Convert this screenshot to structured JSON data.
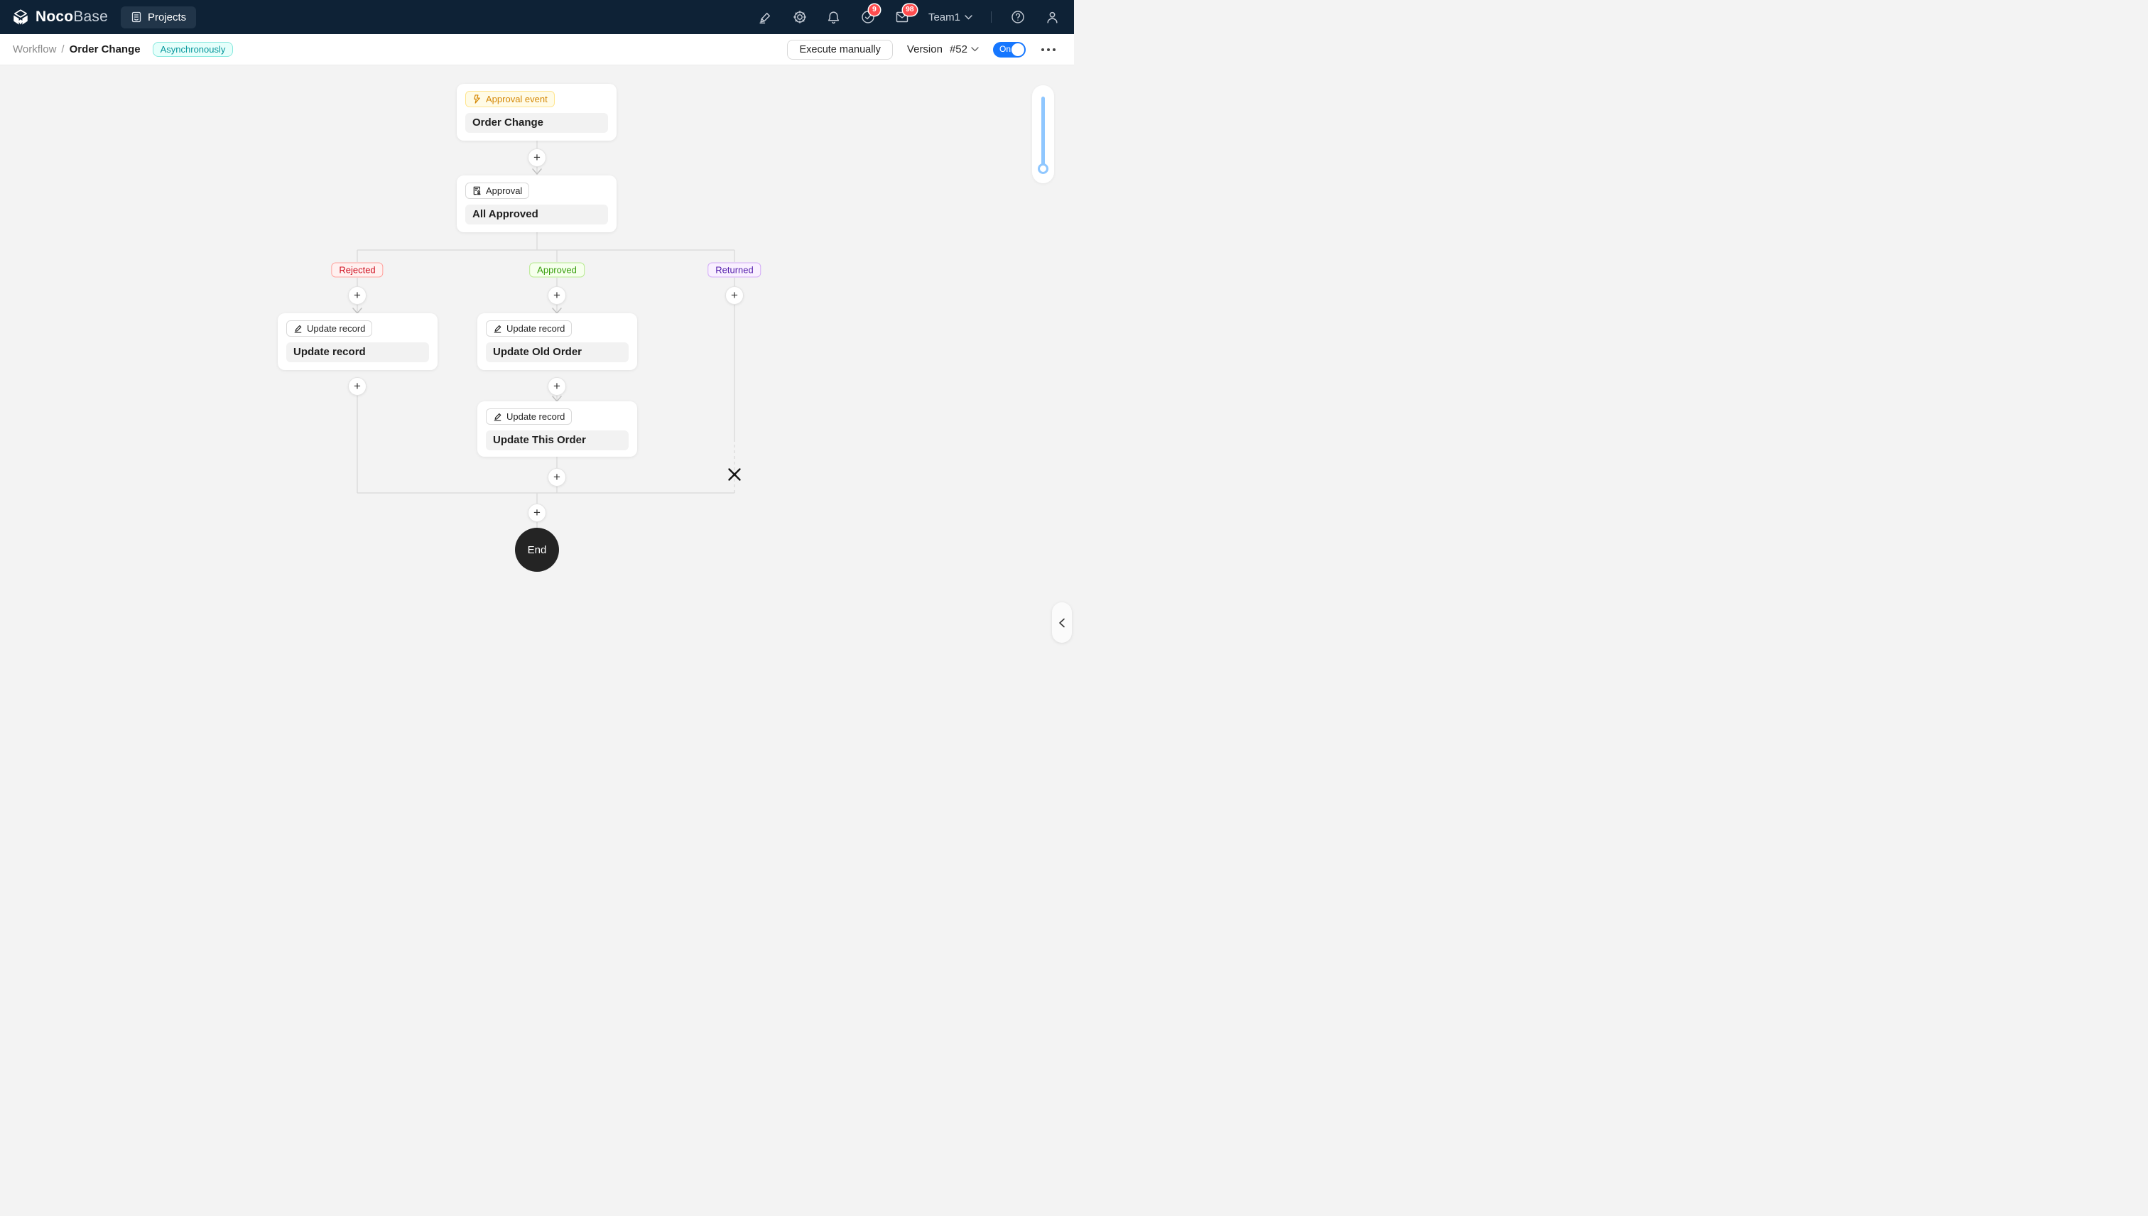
{
  "header": {
    "logo_bold": "Noco",
    "logo_light": "Base",
    "nav_projects": "Projects",
    "team_label": "Team1",
    "badges": {
      "tasks": "9",
      "inbox": "98"
    }
  },
  "toolbar": {
    "breadcrumb_section": "Workflow",
    "breadcrumb_separator": "/",
    "breadcrumb_title": "Order Change",
    "mode_badge": "Asynchronously",
    "execute_button": "Execute manually",
    "version_label": "Version",
    "version_value": "#52",
    "toggle_state": "On"
  },
  "workflow": {
    "plus_glyph": "+",
    "end_label": "End",
    "trigger": {
      "tag": "Approval event",
      "title": "Order Change"
    },
    "approval": {
      "tag": "Approval",
      "title": "All Approved"
    },
    "branches": [
      {
        "label": "Rejected"
      },
      {
        "label": "Approved"
      },
      {
        "label": "Returned"
      }
    ],
    "nodes": {
      "rejected_update": {
        "tag": "Update record",
        "title": "Update record"
      },
      "approved_update_old": {
        "tag": "Update record",
        "title": "Update Old Order"
      },
      "approved_update_this": {
        "tag": "Update record",
        "title": "Update This Order"
      }
    }
  },
  "colors": {
    "accent_blue": "#1677ff",
    "header_bg": "#0e2236",
    "canvas_bg": "#f3f3f3",
    "badge_red": "#ff4d4f",
    "end_node_bg": "#242424",
    "trigger_tag": {
      "text": "#d48806",
      "bg": "#fffbe6",
      "border": "#ffe58f"
    },
    "mode_badge": {
      "text": "#08979c",
      "bg": "#e6fffb",
      "border": "#87e8de"
    },
    "rejected": {
      "text": "#cf1322",
      "bg": "#fff1f0",
      "border": "#ffa39e"
    },
    "approved": {
      "text": "#389e0d",
      "bg": "#f6ffed",
      "border": "#b7eb8f"
    },
    "returned": {
      "text": "#531dab",
      "bg": "#f9f0ff",
      "border": "#d3adf7"
    }
  },
  "icons": [
    "nocobase-logo-icon",
    "projects-icon",
    "highlighter-icon",
    "gear-icon",
    "bell-icon",
    "check-circle-icon",
    "mail-icon",
    "chevron-down-icon",
    "help-icon",
    "user-icon",
    "lightning-icon",
    "approval-doc-icon",
    "edit-icon",
    "plus-icon",
    "close-icon",
    "chevron-left-icon"
  ]
}
